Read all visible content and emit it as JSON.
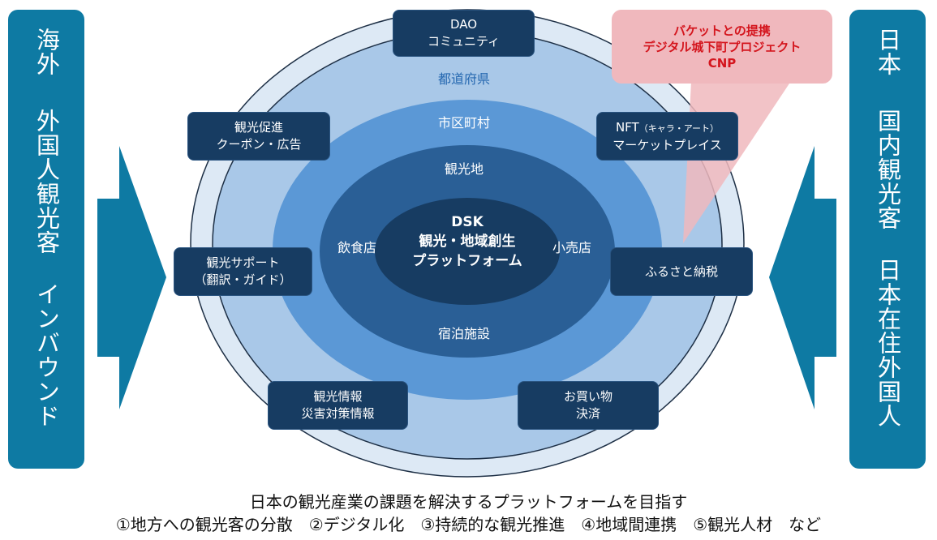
{
  "left_panel": {
    "top": "海外",
    "middle": "外国人観光客",
    "bottom": "インバウンド"
  },
  "right_panel": {
    "top": "日本",
    "middle": "国内観光客",
    "bottom": "日本在住外国人"
  },
  "rings": {
    "prefecture": "都道府県",
    "municipality": "市区町村",
    "tourist_spot": "観光地",
    "restaurant": "飲食店",
    "retail": "小売店",
    "lodging": "宿泊施設"
  },
  "center": {
    "line1": "DSK",
    "line2": "観光・地域創生",
    "line3": "プラットフォーム"
  },
  "boxes": {
    "dao": {
      "line1": "DAO",
      "line2": "コミュニティ"
    },
    "promotion": {
      "line1": "観光促進",
      "line2": "クーポン・広告"
    },
    "nft": {
      "line1": "NFT",
      "line1_small": "（キャラ・アート）",
      "line2": "マーケットプレイス"
    },
    "support": {
      "line1": "観光サポート",
      "line2": "（翻訳・ガイド）"
    },
    "furusato": {
      "line1": "ふるさと納税"
    },
    "info": {
      "line1": "観光情報",
      "line2": "災害対策情報"
    },
    "shopping": {
      "line1": "お買い物",
      "line2": "決済"
    }
  },
  "callout": {
    "line1": "バケットとの提携",
    "line2": "デジタル城下町プロジェクト",
    "line3": "CNP"
  },
  "footer": {
    "line1": "日本の観光産業の課題を解決するプラットフォームを目指す",
    "line2": "①地方への観光客の分散　②デジタル化　③持続的な観光推進　④地域間連携　⑤観光人材　など"
  },
  "colors": {
    "panel": "#0e7aa3",
    "box": "#173c62",
    "callout_bg": "#f0b8bd",
    "callout_text": "#d4151d"
  }
}
